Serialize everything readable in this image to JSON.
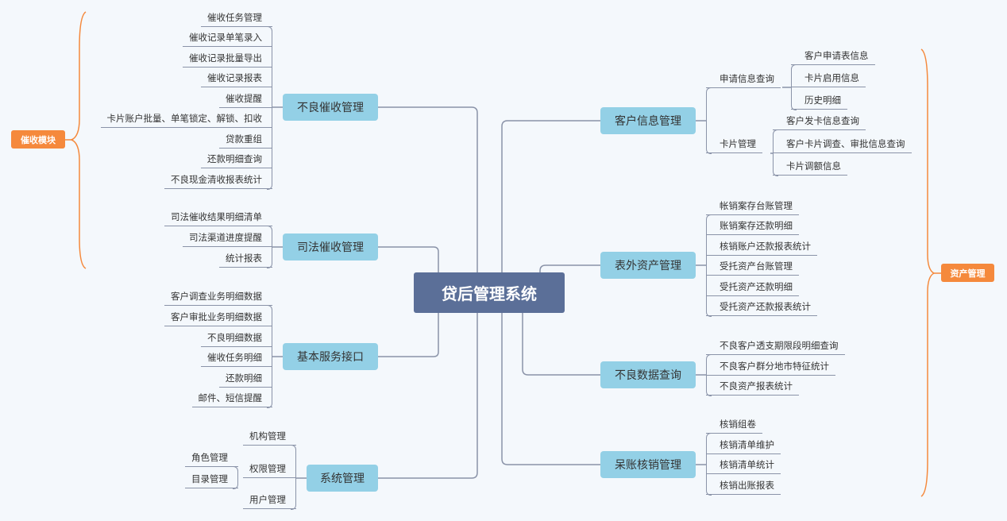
{
  "root": "贷后管理系统",
  "modules": {
    "left": "催收模块",
    "right": "资产管理"
  },
  "colors": {
    "root": "#5b6f98",
    "branch": "#93d0e6",
    "module": "#f5893c",
    "line": "#8a93a8"
  },
  "branches": {
    "collection": {
      "label": "不良催收管理",
      "items": [
        "催收任务管理",
        "催收记录单笔录入",
        "催收记录批量导出",
        "催收记录报表",
        "催收提醒",
        "卡片账户批量、单笔锁定、解锁、扣收",
        "贷款重组",
        "还款明细查询",
        "不良现金清收报表统计"
      ]
    },
    "judicial": {
      "label": "司法催收管理",
      "items": [
        "司法催收结果明细清单",
        "司法渠道进度提醒",
        "统计报表"
      ]
    },
    "service": {
      "label": "基本服务接口",
      "items": [
        "客户调查业务明细数据",
        "客户审批业务明细数据",
        "不良明细数据",
        "催收任务明细",
        "还款明细",
        "邮件、短信提醒"
      ]
    },
    "system": {
      "label": "系统管理",
      "items": [
        "机构管理",
        "权限管理",
        "用户管理"
      ],
      "permission_items": [
        "角色管理",
        "目录管理"
      ]
    },
    "customer": {
      "label": "客户信息管理",
      "items": [
        "申请信息查询",
        "卡片管理"
      ],
      "apply_items": [
        "客户申请表信息",
        "卡片启用信息",
        "历史明细"
      ],
      "card_items": [
        "客户发卡信息查询",
        "客户卡片调查、审批信息查询",
        "卡片调额信息"
      ]
    },
    "offbalance": {
      "label": "表外资产管理",
      "items": [
        "帐销案存台账管理",
        "账销案存还款明细",
        "核销账户还款报表统计",
        "受托资产台账管理",
        "受托资产还款明细",
        "受托资产还款报表统计"
      ]
    },
    "baddata": {
      "label": "不良数据查询",
      "items": [
        "不良客户透支期限段明细查询",
        "不良客户群分地市特征统计",
        "不良资产报表统计"
      ]
    },
    "writeoff": {
      "label": "呆账核销管理",
      "items": [
        "核销组卷",
        "核销清单维护",
        "核销清单统计",
        "核销出账报表"
      ]
    }
  }
}
